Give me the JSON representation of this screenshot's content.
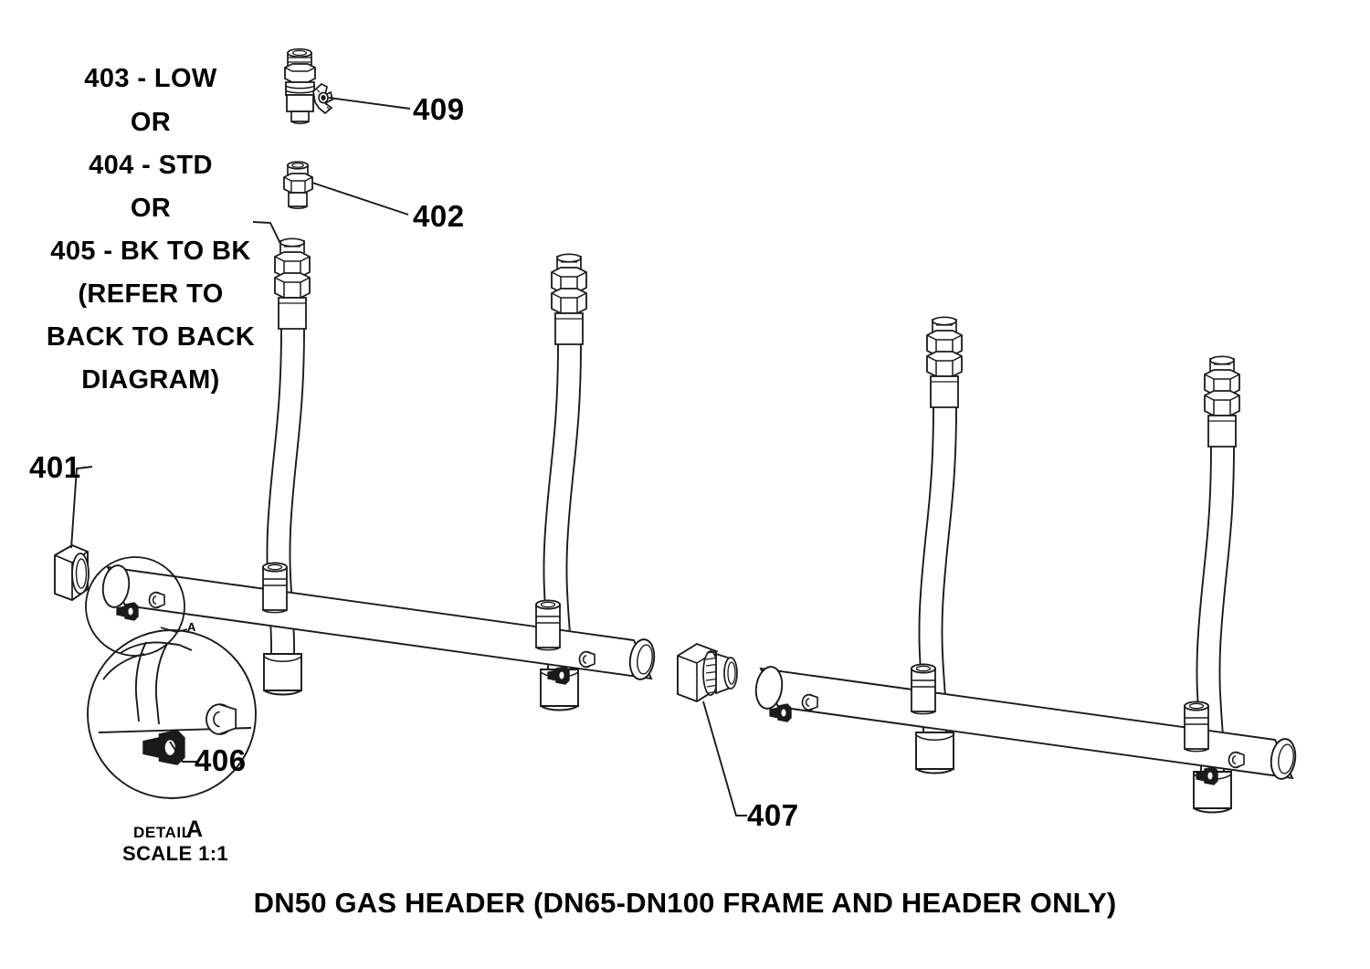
{
  "drawing": {
    "title": "DN50 GAS HEADER (DN65-DN100 FRAME AND HEADER ONLY)",
    "type": "exploded-assembly-line-drawing",
    "background_color": "#ffffff",
    "line_color": "#1a1a1a"
  },
  "options_note": {
    "line1": "403 - LOW",
    "line2": "OR",
    "line3": "404 - STD",
    "line4": "OR",
    "line5": "405 - BK TO BK",
    "line6": "(REFER TO",
    "line7": "BACK TO BACK",
    "line8": "DIAGRAM)"
  },
  "callouts": [
    {
      "id": "409",
      "label": "409",
      "part": "ball-valve-with-butterfly-handle"
    },
    {
      "id": "402",
      "label": "402",
      "part": "hex-nipple-coupling"
    },
    {
      "id": "401",
      "label": "401",
      "part": "hex-end-cap-nut"
    },
    {
      "id": "406",
      "label": "406",
      "part": "side-plug-screw"
    },
    {
      "id": "407",
      "label": "407",
      "part": "threaded-pipe-union"
    }
  ],
  "detail_view": {
    "word": "DETAIL",
    "letter": "A",
    "scale": "SCALE 1:1",
    "marker_tag": "A"
  },
  "components": {
    "flexible_hoses": 4,
    "header_pipes": 2,
    "top_sockets_per_header": 2,
    "side_plugs_per_header": 2
  }
}
